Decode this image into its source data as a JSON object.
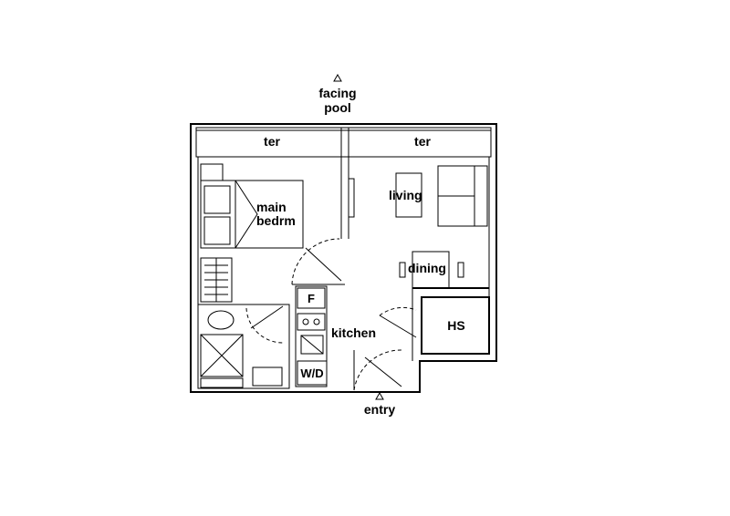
{
  "compass": {
    "facing": "facing",
    "pool": "pool",
    "entry": "entry"
  },
  "rooms": {
    "terrace_left": "ter",
    "terrace_right": "ter",
    "main_bedroom_1": "main",
    "main_bedroom_2": "bedrm",
    "living": "living",
    "dining": "dining",
    "kitchen": "kitchen",
    "hs": "HS",
    "fridge": "F",
    "washer_dryer": "W/D"
  }
}
